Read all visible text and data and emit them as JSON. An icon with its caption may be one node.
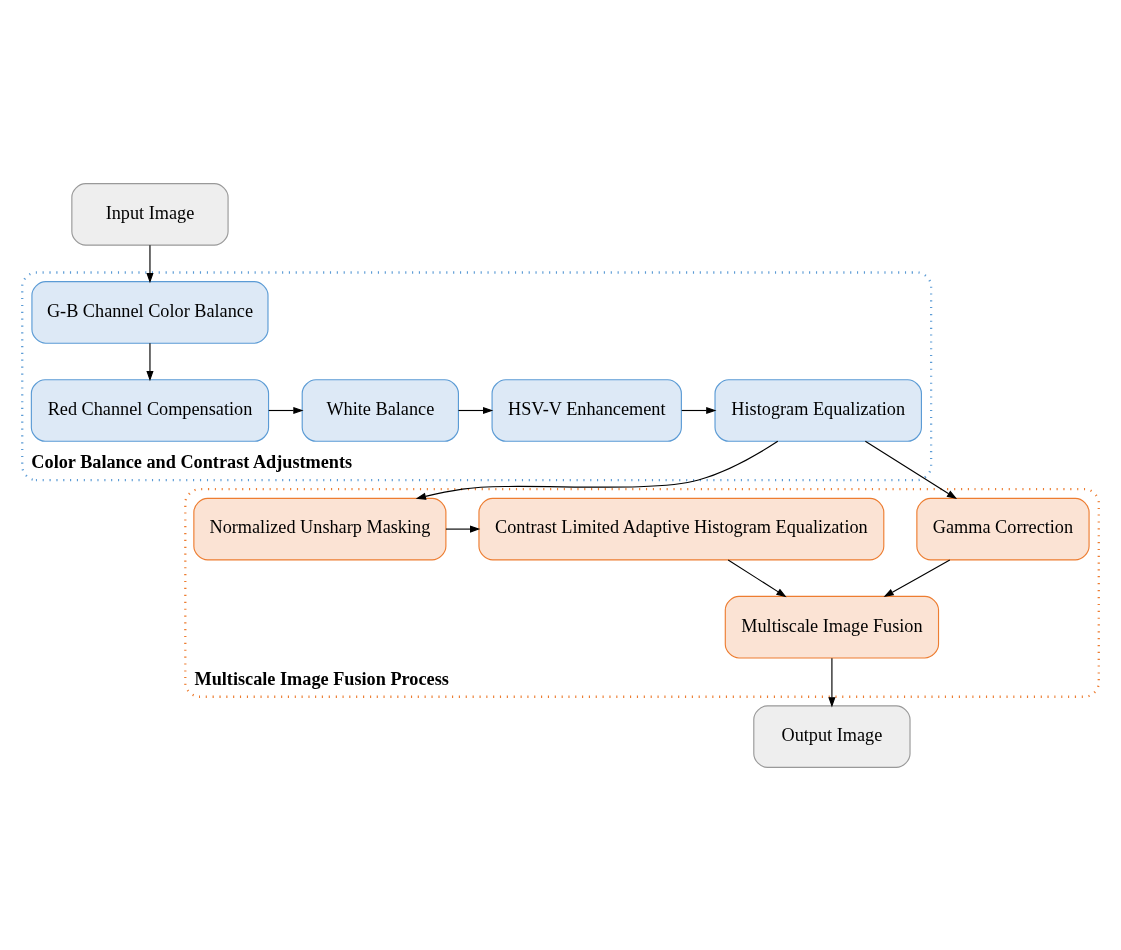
{
  "diagram": {
    "nodes": [
      {
        "text": [
          "Input Image"
        ]
      },
      {
        "text": [
          "Color Balance and Contrast Adjustments"
        ]
      },
      {
        "text": [
          "G-B Channel Color Balance"
        ],
        "in": 1
      },
      {
        "text": [
          "Red Channel Compensation"
        ],
        "in": 1
      },
      {
        "text": [
          "White Balance"
        ],
        "in": 1
      },
      {
        "text": [
          "HSV-V Enhancement"
        ],
        "in": 1
      },
      {
        "text": [
          "Histogram Equalization"
        ],
        "in": 1
      },
      {
        "text": [
          "Multiscale Image Fusion Process"
        ]
      },
      {
        "text": [
          "Gamma Correction"
        ],
        "in": 7
      },
      {
        "text": [
          "Normalized Unsharp Masking"
        ],
        "in": 7
      },
      {
        "text": [
          "Contrast Limited Adaptive Histogram Equalization"
        ],
        "in": 7
      },
      {
        "text": [
          "Multiscale Image Fusion"
        ],
        "in": 7
      },
      {
        "text": [
          "Output Image"
        ]
      }
    ],
    "edges": [
      {
        "from": 0,
        "to": 2,
        "arrow": "to"
      },
      {
        "from": 2,
        "to": 3,
        "arrow": "to"
      },
      {
        "from": 3,
        "to": 4,
        "arrow": "to"
      },
      {
        "from": 4,
        "to": 5,
        "arrow": "to"
      },
      {
        "from": 5,
        "to": 6,
        "arrow": "to"
      },
      {
        "from": 6,
        "to": 8,
        "arrow": "to"
      },
      {
        "from": 6,
        "to": 9,
        "arrow": "to"
      },
      {
        "from": 8,
        "to": 11,
        "arrow": "to"
      },
      {
        "from": 9,
        "to": 10,
        "arrow": "to"
      },
      {
        "from": 10,
        "to": 11,
        "arrow": "to"
      },
      {
        "from": 11,
        "to": 12,
        "arrow": "to"
      }
    ]
  }
}
